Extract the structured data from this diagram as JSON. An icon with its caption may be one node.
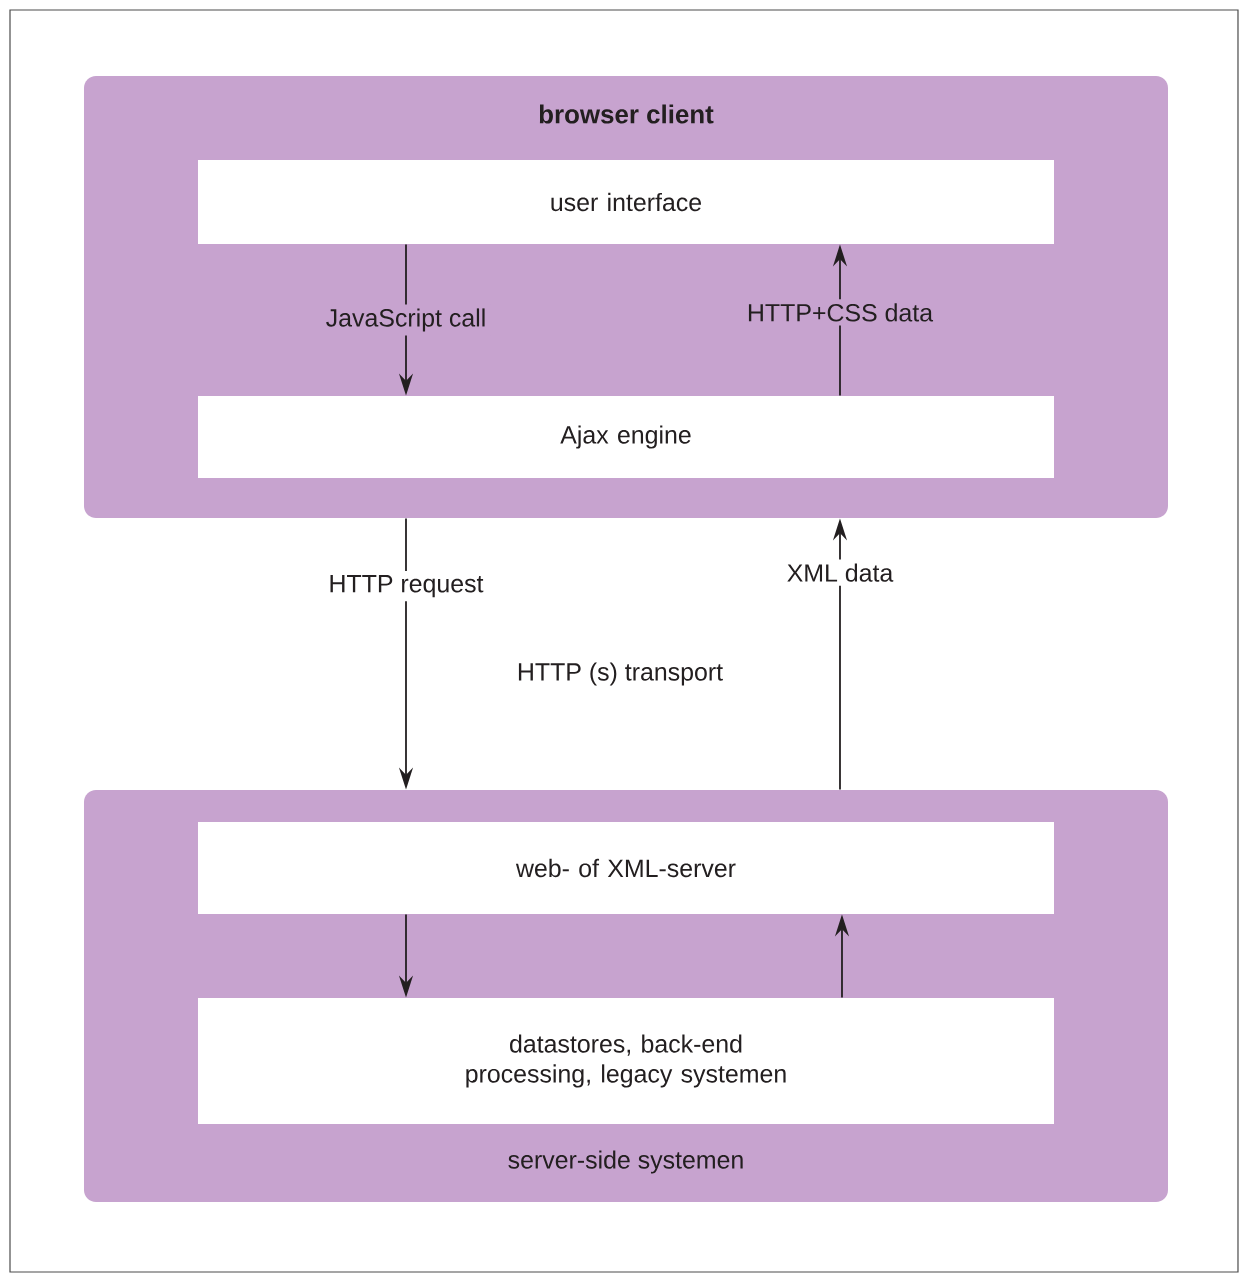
{
  "diagram": {
    "nodes": [
      {
        "text": [
          "browser client"
        ]
      },
      {
        "text": [
          "user interface"
        ],
        "in": 0
      },
      {
        "text": [
          "Ajax engine"
        ],
        "in": 0
      },
      {
        "text": [
          "server-side systemen"
        ]
      },
      {
        "text": [
          "web- of XML-server"
        ],
        "in": 3
      },
      {
        "text": [
          "datastores, back-end processing, legacy systemen"
        ],
        "in": 3
      }
    ],
    "edges": [
      {
        "from": 1,
        "to": 2,
        "arrow": "to",
        "label": "JavaScript call"
      },
      {
        "from": 2,
        "to": 1,
        "arrow": "to",
        "label": "HTTP+CSS data"
      },
      {
        "from": 0,
        "to": 3,
        "arrow": "to",
        "label": "HTTP request"
      },
      {
        "from": 3,
        "to": 0,
        "arrow": "to",
        "label": "XML data"
      },
      {
        "from": 4,
        "to": 5,
        "arrow": "to"
      },
      {
        "from": 5,
        "to": 4,
        "arrow": "to"
      }
    ],
    "labels": [
      "HTTP (s) transport"
    ]
  }
}
